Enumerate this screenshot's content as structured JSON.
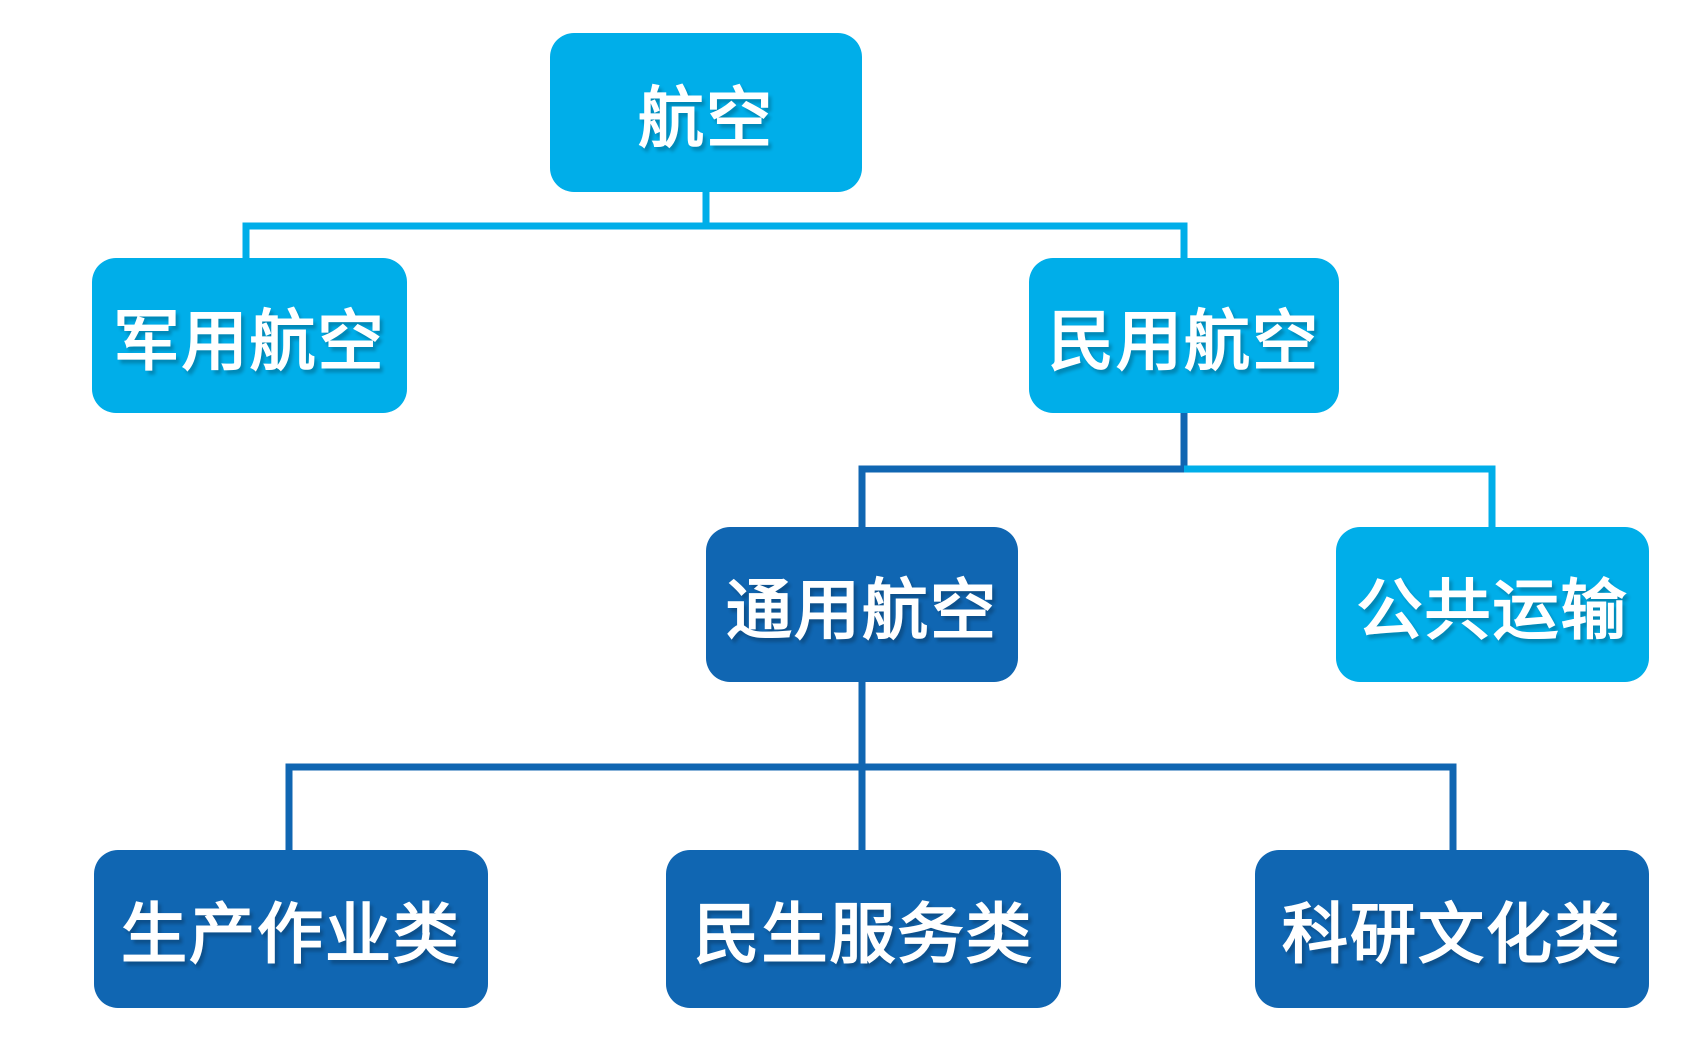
{
  "diagram": {
    "type": "tree",
    "topic": "aviation-classification",
    "colors": {
      "light_blue": "#00AEE9",
      "dark_blue": "#1066B2",
      "text": "#FFFFFF",
      "background": "#FFFFFF"
    },
    "nodes": {
      "root": {
        "label": "航空",
        "variant": "light"
      },
      "military": {
        "label": "军用航空",
        "variant": "light"
      },
      "civil": {
        "label": "民用航空",
        "variant": "light"
      },
      "general": {
        "label": "通用航空",
        "variant": "dark"
      },
      "public": {
        "label": "公共运输",
        "variant": "light"
      },
      "production": {
        "label": "生产作业类",
        "variant": "dark"
      },
      "livelihood": {
        "label": "民生服务类",
        "variant": "dark"
      },
      "research": {
        "label": "科研文化类",
        "variant": "dark"
      }
    },
    "tree": {
      "label": "航空",
      "children": [
        {
          "label": "军用航空"
        },
        {
          "label": "民用航空",
          "children": [
            {
              "label": "通用航空",
              "children": [
                {
                  "label": "生产作业类"
                },
                {
                  "label": "民生服务类"
                },
                {
                  "label": "科研文化类"
                }
              ]
            },
            {
              "label": "公共运输"
            }
          ]
        }
      ]
    }
  }
}
